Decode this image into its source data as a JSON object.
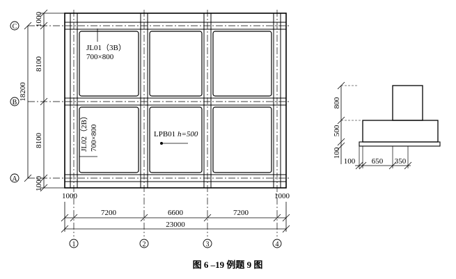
{
  "plan": {
    "axes_rows": {
      "c": "C",
      "b": "B",
      "a": "A"
    },
    "axes_cols": {
      "c1": "1",
      "c2": "2",
      "c3": "3",
      "c4": "4"
    },
    "left_dims": {
      "top": "1000",
      "upper": "8100",
      "total": "18200",
      "lower": "8100",
      "bottom": "1000"
    },
    "bottom_dims": {
      "left_edge": "1000",
      "right_edge": "1000",
      "bay1": "7200",
      "bay2": "6600",
      "bay3": "7200",
      "total": "23000"
    },
    "labels": {
      "jl01_name": "JL01（3B）",
      "jl01_size": "700×800",
      "jl02_name": "JL02（2B）",
      "jl02_size": "700×800",
      "lpb_name": "LPB01",
      "lpb_h": "h=500"
    }
  },
  "section": {
    "dims": {
      "h_beam": "800",
      "h_slab": "500",
      "h_pad": "100",
      "w_left": "100",
      "w_mid": "650",
      "w_right": "350"
    }
  },
  "caption": "图 6 –19    例题 9 图"
}
